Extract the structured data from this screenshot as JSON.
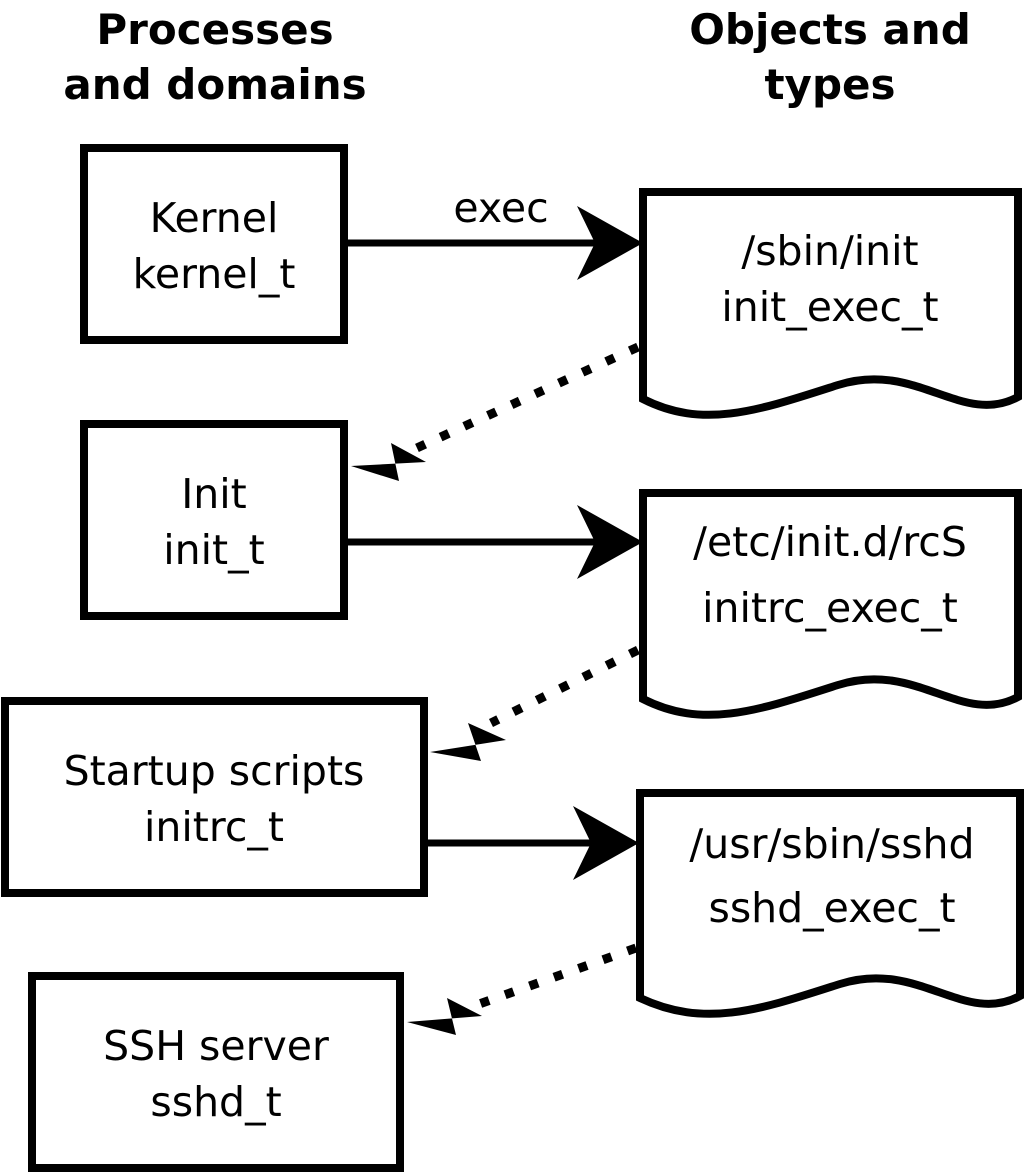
{
  "diagram": {
    "title": "SELinux process domains and object types transition diagram",
    "background_color": "#ffffff",
    "line_color": "#000000",
    "columns": [
      {
        "id": "left",
        "label_line1": "Processes",
        "label_line2": "and domains"
      },
      {
        "id": "right",
        "label_line1": "Objects and",
        "label_line2": "types"
      }
    ],
    "process_nodes": [
      {
        "id": "kernel",
        "line1": "Kernel",
        "line2": "kernel_t"
      },
      {
        "id": "init",
        "line1": "Init",
        "line2": "init_t"
      },
      {
        "id": "startup-scripts",
        "line1": "Startup scripts",
        "line2": "initrc_t"
      },
      {
        "id": "ssh-server",
        "line1": "SSH server",
        "line2": "sshd_t"
      }
    ],
    "object_nodes": [
      {
        "id": "sbin-init",
        "line1": "/sbin/init",
        "line2": "init_exec_t"
      },
      {
        "id": "etc-initd-rcs",
        "line1": "/etc/init.d/rcS",
        "line2": "initrc_exec_t"
      },
      {
        "id": "usr-sbin-sshd",
        "line1": "/usr/sbin/sshd",
        "line2": "sshd_exec_t"
      }
    ],
    "edges": [
      {
        "id": "kernel-exec-init",
        "from": "kernel",
        "to": "sbin-init",
        "style": "solid",
        "label": "exec"
      },
      {
        "id": "initexec-transition-init",
        "from": "sbin-init",
        "to": "init",
        "style": "dotted",
        "label": ""
      },
      {
        "id": "init-exec-rcs",
        "from": "init",
        "to": "etc-initd-rcs",
        "style": "solid",
        "label": ""
      },
      {
        "id": "initrcexec-transition-initrc",
        "from": "etc-initd-rcs",
        "to": "startup-scripts",
        "style": "dotted",
        "label": ""
      },
      {
        "id": "initrc-exec-sshd",
        "from": "startup-scripts",
        "to": "usr-sbin-sshd",
        "style": "solid",
        "label": ""
      },
      {
        "id": "sshdexec-transition-sshd",
        "from": "usr-sbin-sshd",
        "to": "ssh-server",
        "style": "dotted",
        "label": ""
      }
    ]
  }
}
